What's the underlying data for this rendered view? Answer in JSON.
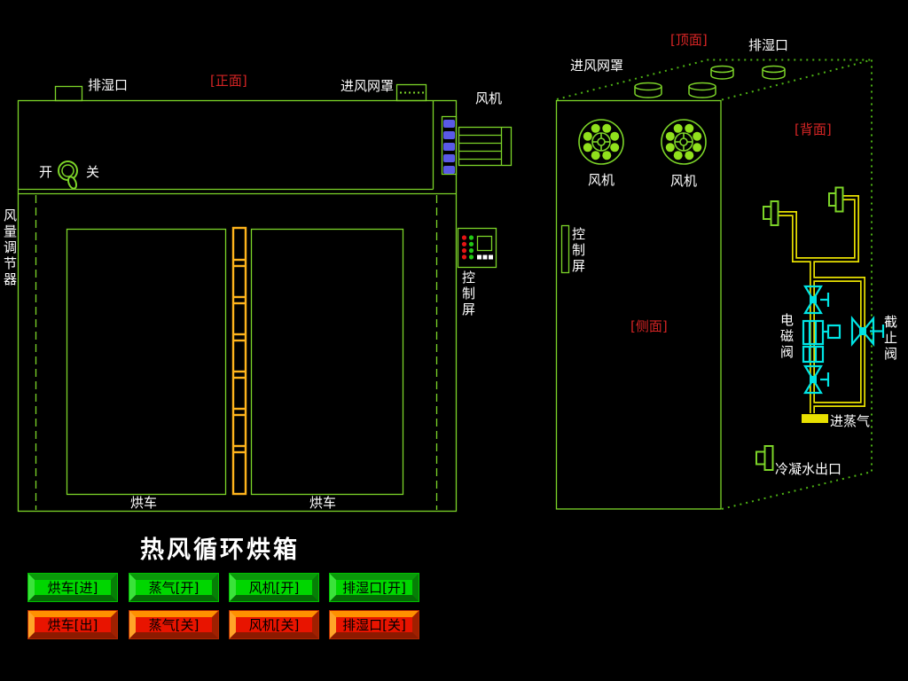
{
  "title": "热风循环烘箱",
  "front_view": {
    "tag": "[正面]",
    "exhaust_label": "排湿口",
    "inlet_mesh_label": "进风网罩",
    "fan_label": "风机",
    "switch_on": "开",
    "switch_off": "关",
    "air_regulator_label": "风量调节器",
    "control_screen_label": "控制屏",
    "cart_left_label": "烘车",
    "cart_right_label": "烘车"
  },
  "iso_view": {
    "top_tag": "[顶面]",
    "back_tag": "[背面]",
    "side_tag": "[侧面]",
    "inlet_mesh_label": "进风网罩",
    "exhaust_label": "排湿口",
    "fan_left_label": "风机",
    "fan_right_label": "风机",
    "control_screen_label": "控制屏",
    "solenoid_valve_label": "电磁阀",
    "stop_valve_label": "截止阀",
    "steam_inlet_label": "进蒸气",
    "condensate_outlet_label": "冷凝水出口"
  },
  "buttons": {
    "row_on": [
      {
        "label": "烘车[进]"
      },
      {
        "label": "蒸气[开]"
      },
      {
        "label": "风机[开]"
      },
      {
        "label": "排湿口[开]"
      }
    ],
    "row_off": [
      {
        "label": "烘车[出]"
      },
      {
        "label": "蒸气[关]"
      },
      {
        "label": "风机[关]"
      },
      {
        "label": "排湿口[关]"
      }
    ]
  },
  "colors": {
    "line_green": "#7cd428",
    "dot_green": "#4db014",
    "blob_green": "#90e01c",
    "tag_red": "#d42424",
    "pipe_yellow": "#e8e000",
    "ladder_orange": "#ffb41c",
    "valve_cyan": "#00e4e4",
    "blower_blue": "#5a5ae6",
    "button_on_green": "#00d600",
    "button_off_red": "#e81400"
  }
}
